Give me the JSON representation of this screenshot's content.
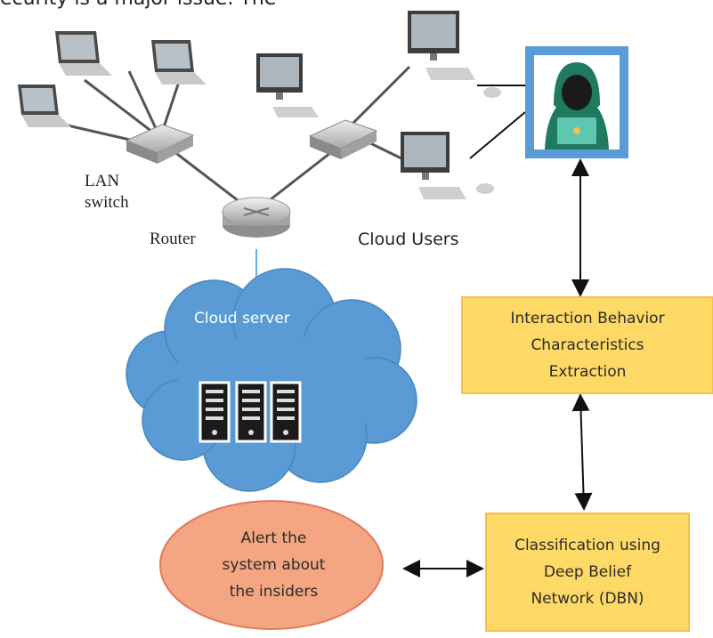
{
  "header_fragment": "ecurity is a major issue. The",
  "labels": {
    "lan_switch": "LAN\nswitch",
    "router": "Router",
    "cloud_users": "Cloud Users",
    "cloud_server": "Cloud server"
  },
  "boxes": {
    "extraction": "Interaction Behavior\nCharacteristics\nExtraction",
    "classification": "Classification using\nDeep Belief\nNetwork (DBN)"
  },
  "alert": "Alert the\nsystem about\nthe insiders",
  "colors": {
    "box_fill": "#ffd966",
    "cloud_fill": "#5b9bd5",
    "alert_fill": "#f4a582",
    "hacker_frame": "#5b9bd5"
  },
  "icons": [
    "laptop-icon",
    "desktop-computer-icon",
    "network-switch-icon",
    "router-icon",
    "server-rack-icon",
    "hacker-icon"
  ]
}
